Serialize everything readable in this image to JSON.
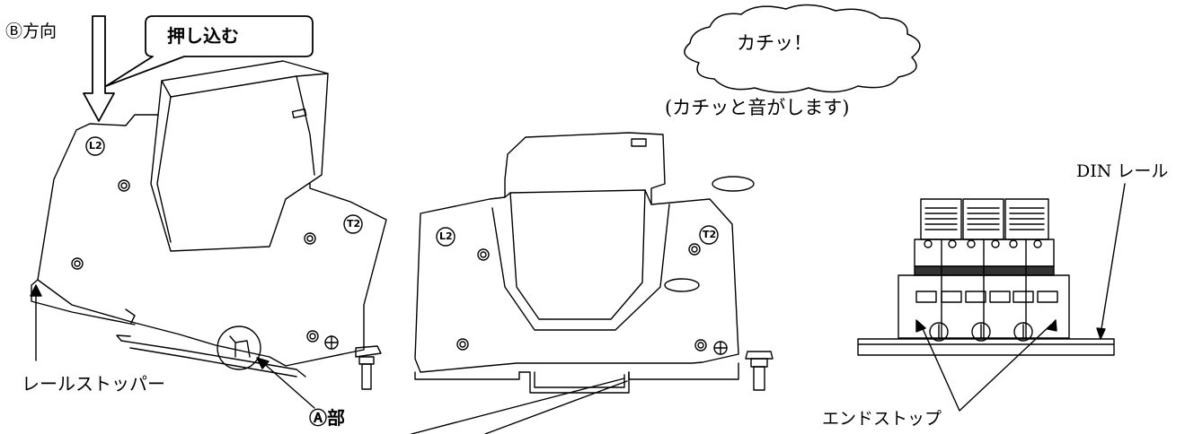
{
  "labels": {
    "direction_b": "Ⓑ方向",
    "push_in": "押し込む",
    "click_sound": "カチッ！",
    "click_note": "(カチッと音がします)",
    "din_rail": "DIN レール",
    "rail_stopper": "レールストッパー",
    "part_a": "Ⓐ部",
    "end_stop": "エンドストップ",
    "terminal_l2": "L2",
    "terminal_t2": "T2"
  }
}
